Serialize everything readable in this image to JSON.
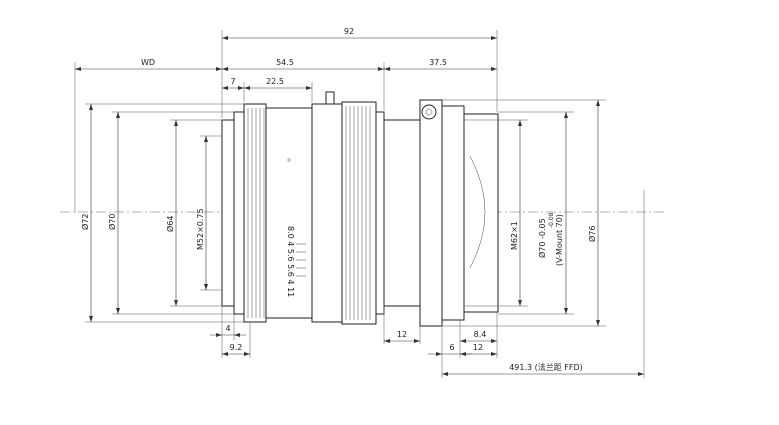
{
  "dimensions": {
    "overall_length": "92",
    "working_distance": "WD",
    "front_length": "54.5",
    "rear_length": "37.5",
    "front_step": "7",
    "focus_ring_width": "22.5",
    "front_lip": "4",
    "front_thread_depth": "9.2",
    "mount_offset": "12",
    "rear_6": "6",
    "rear_12": "12",
    "rear_8_4": "8.4",
    "flange_distance": "491.3 (法兰距 FFD)"
  },
  "diameters": {
    "d72": "Ø72",
    "d70": "Ø70",
    "d64": "Ø64",
    "front_thread": "M52×0.75",
    "rear_thread": "M62×1",
    "mount_diameter": "Ø70 -0.05",
    "mount_sub": "-0.08",
    "mount_name": "(V-Mount 70)",
    "d76": "Ø76"
  },
  "engraving": {
    "fnumbers": "8.0 4 5.6 5.6 4 11"
  }
}
